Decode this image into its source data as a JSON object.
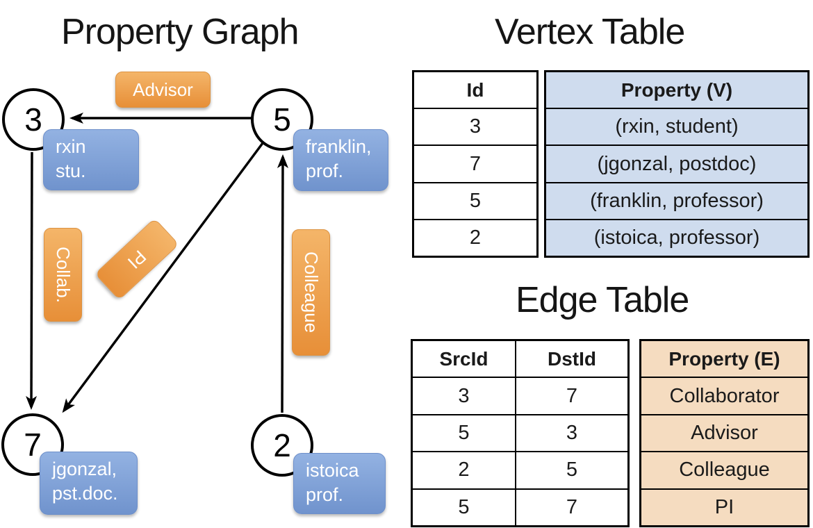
{
  "graph": {
    "title": "Property Graph",
    "nodes": [
      {
        "id": "3",
        "lines": [
          "rxin",
          "stu."
        ]
      },
      {
        "id": "5",
        "lines": [
          "franklin,",
          "prof."
        ]
      },
      {
        "id": "7",
        "lines": [
          "jgonzal,",
          "pst.doc."
        ]
      },
      {
        "id": "2",
        "lines": [
          "istoica",
          "prof."
        ]
      }
    ],
    "edge_labels": [
      "Advisor",
      "Collab.",
      "PI",
      "Colleague"
    ]
  },
  "vertex_table": {
    "title": "Vertex Table",
    "columns": [
      "Id",
      "Property (V)"
    ],
    "rows": [
      [
        "3",
        "(rxin, student)"
      ],
      [
        "7",
        "(jgonzal, postdoc)"
      ],
      [
        "5",
        "(franklin, professor)"
      ],
      [
        "2",
        "(istoica, professor)"
      ]
    ]
  },
  "edge_table": {
    "title": "Edge Table",
    "columns": [
      "SrcId",
      "DstId",
      "Property (E)"
    ],
    "rows": [
      [
        "3",
        "7",
        "Collaborator"
      ],
      [
        "5",
        "3",
        "Advisor"
      ],
      [
        "2",
        "5",
        "Colleague"
      ],
      [
        "5",
        "7",
        "PI"
      ]
    ]
  },
  "colors": {
    "edge_label_orange": "#eda14e",
    "vertex_property_blue": "#7f9fd6",
    "vertex_table_fill": "#cfdcee",
    "edge_table_fill": "#f5dcc0",
    "line_black": "#000000",
    "text_white": "#ffffff"
  }
}
